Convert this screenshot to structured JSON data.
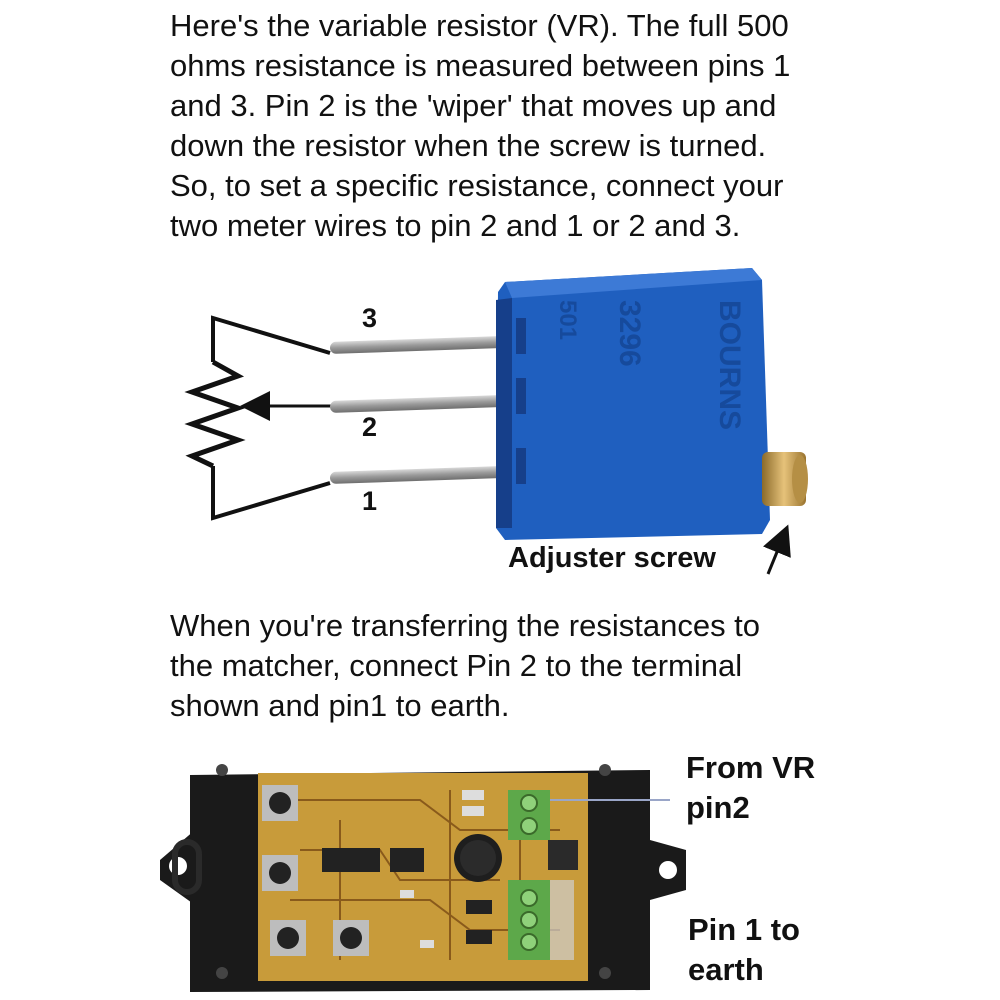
{
  "intro": {
    "lines": [
      "Here's the variable resistor (VR). The full 500",
      "ohms resistance is measured between pins 1",
      "and 3. Pin 2 is the 'wiper' that moves up and",
      "down the resistor when the screw is turned.",
      "So, to set a specific resistance, connect your",
      "two meter wires to pin 2 and 1 or 2 and 3."
    ]
  },
  "resistor": {
    "pins": {
      "pin3": "3",
      "pin2": "2",
      "pin1": "1"
    },
    "adjuster_label": "Adjuster screw",
    "colors": {
      "body": "#1f5fbf",
      "body_dark": "#163f8a",
      "pins": "#9a9a9a",
      "screw": "#c9a45a"
    }
  },
  "transfer": {
    "lines": [
      "When you're transferring the resistances to",
      "the matcher, connect Pin 2 to the terminal",
      "shown and pin1 to earth."
    ]
  },
  "board": {
    "from_vr": [
      "From VR",
      "pin2"
    ],
    "earth": [
      "Pin 1 to",
      "earth"
    ],
    "colors": {
      "case": "#1a1a1a",
      "pcb": "#c89b3a",
      "terminal": "#5da84a"
    }
  }
}
